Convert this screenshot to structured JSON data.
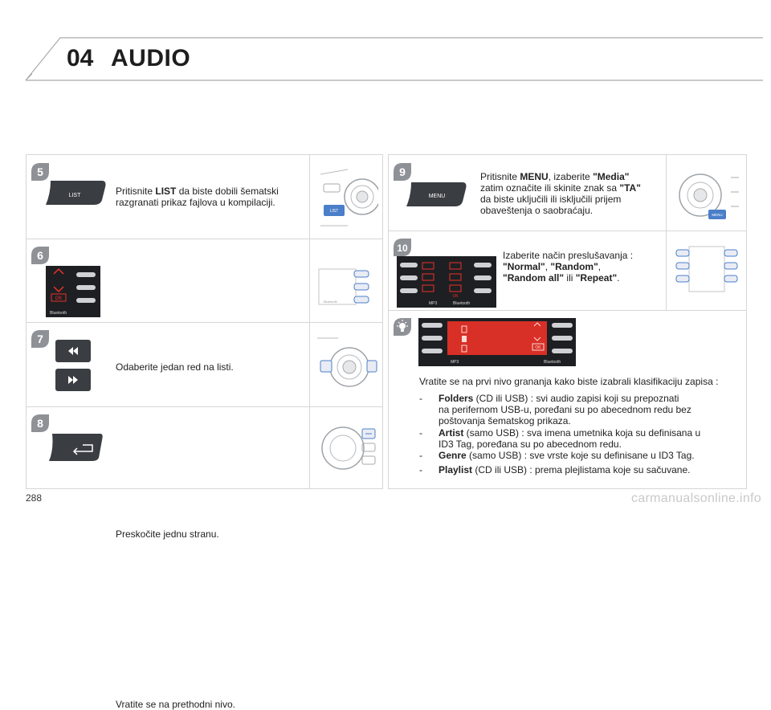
{
  "header": {
    "chapter_number": "04",
    "chapter_title": "AUDIO"
  },
  "steps": {
    "s5": {
      "number": "5",
      "button_label": "LIST",
      "pre": "Pritisnite ",
      "bold": "LIST",
      "line1_rest": " da biste dobili šematski",
      "line2": "razgranati prikaz fajlova u kompilaciji."
    },
    "s6": {
      "number": "6",
      "text": "Odaberite jedan red na listi.",
      "ok_label": "OK",
      "brand": "Bluetooth"
    },
    "s7": {
      "number": "7",
      "text": "Preskočite jednu stranu."
    },
    "s8": {
      "number": "8",
      "text": "Vratite se na prethodni nivo."
    },
    "s9": {
      "number": "9",
      "button_label": "MENU",
      "pre": "Pritisnite ",
      "bold1": "MENU",
      "mid": ", izaberite ",
      "bold2": "\"Media\"",
      "line2_pre": "zatim označite ili skinite znak sa ",
      "bold3": "\"TA\"",
      "line3": "da biste uključili ili isključili prijem",
      "line4": "obaveštenja o saobraćaju."
    },
    "s10": {
      "number": "10",
      "line1": "Izaberite način preslušavanja :",
      "b1": "\"Normal\"",
      "sep1": ", ",
      "b2": "\"Random\"",
      "sep2": ",",
      "b3": "\"Random all\"",
      "or": " ili ",
      "b4": "\"Repeat\"",
      "end": ".",
      "ok_label": "OK",
      "mp3_label": "MP3",
      "brand": "Bluetooth"
    }
  },
  "tip": {
    "intro": "Vratite se na prvi nivo grananja kako biste izabrali klasifikaciju zapisa :",
    "dash": "-",
    "items": [
      {
        "bold": "Folders",
        "line1": " (CD ili USB) : svi audio zapisi koji su prepoznati",
        "line2": "na perifernom USB-u, poređani su po abecednom redu bez",
        "line3": "poštovanja šematskog prikaza."
      },
      {
        "bold": "Artist",
        "line1": " (samo USB) : sva imena umetnika koja su definisana u",
        "line2": "ID3 Tag, poređana su po abecednom redu."
      },
      {
        "bold": "Genre",
        "line1": " (samo USB) : sve vrste koje su definisane u ID3 Tag."
      },
      {
        "bold": "Playlist",
        "line1": " (CD ili USB) : prema plejlistama koje su sačuvane."
      }
    ],
    "ok_label": "OK",
    "mp3_label": "MP3",
    "brand": "Bluetooth"
  },
  "footer": {
    "page_number": "288",
    "watermark": "carmanualsonline.info"
  },
  "colors": {
    "badge_gray": "#8e9196",
    "display_red": "#e8322a",
    "button_dark": "#3a3d42",
    "panel_border": "#d6d6d6"
  }
}
